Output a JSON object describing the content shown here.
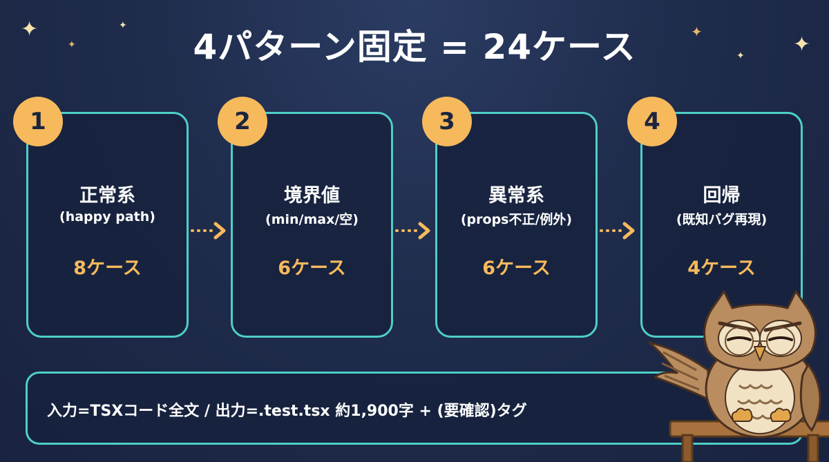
{
  "title": "4パターン固定 = 24ケース",
  "colors": {
    "background": "#1f2c4c",
    "card_border": "#4ecfc8",
    "accent": "#f6b95c",
    "text": "#ffffff"
  },
  "cards": [
    {
      "number": "1",
      "title": "正常系",
      "subtitle": "(happy path)",
      "count": "8ケース"
    },
    {
      "number": "2",
      "title": "境界値",
      "subtitle": "(min/max/空)",
      "count": "6ケース"
    },
    {
      "number": "3",
      "title": "異常系",
      "subtitle": "(props不正/例外)",
      "count": "6ケース"
    },
    {
      "number": "4",
      "title": "回帰",
      "subtitle": "(既知バグ再現)",
      "count": "4ケース"
    }
  ],
  "footer": {
    "text": "入力=TSXコード全文 / 出力=.test.tsx 約1,900字 + (要確認)タグ"
  },
  "icons": {
    "arrow": "dotted-right-arrow-icon",
    "mascot": "owl-professor-icon",
    "stars": "sparkle-star-icon"
  }
}
